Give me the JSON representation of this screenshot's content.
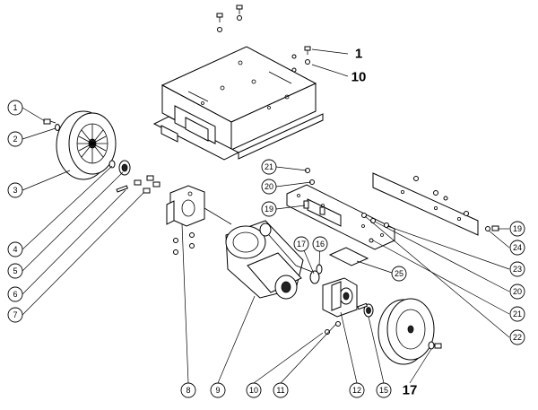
{
  "callouts": [
    {
      "n": "1",
      "large": true
    },
    {
      "n": "10",
      "large": true
    },
    {
      "n": "1"
    },
    {
      "n": "2"
    },
    {
      "n": "3"
    },
    {
      "n": "4"
    },
    {
      "n": "5"
    },
    {
      "n": "6"
    },
    {
      "n": "7"
    },
    {
      "n": "8"
    },
    {
      "n": "9"
    },
    {
      "n": "10"
    },
    {
      "n": "11"
    },
    {
      "n": "12"
    },
    {
      "n": "15"
    },
    {
      "n": "17",
      "large": true
    },
    {
      "n": "21"
    },
    {
      "n": "20"
    },
    {
      "n": "19"
    },
    {
      "n": "17"
    },
    {
      "n": "16"
    },
    {
      "n": "25"
    },
    {
      "n": "19"
    },
    {
      "n": "24"
    },
    {
      "n": "23"
    },
    {
      "n": "20"
    },
    {
      "n": "21"
    },
    {
      "n": "22"
    }
  ]
}
